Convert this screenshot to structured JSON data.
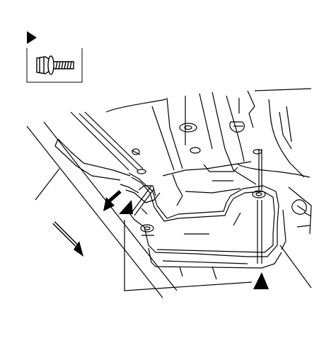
{
  "diagram": {
    "background": "#ffffff",
    "ink": "#000000",
    "legend": {
      "marker_icon": "filled-triangle-marker",
      "fastener_icon": "flange-bolt-icon"
    },
    "callouts": [
      {
        "id": "bolt-a",
        "marker_icon": "filled-triangle-marker"
      },
      {
        "id": "bolt-b",
        "marker_icon": "filled-triangle-marker"
      }
    ],
    "direction_arrows": [
      {
        "id": "forward-arrow",
        "icon": "thick-arrow-icon"
      },
      {
        "id": "removal-arrow",
        "icon": "thick-arrow-icon"
      }
    ]
  }
}
